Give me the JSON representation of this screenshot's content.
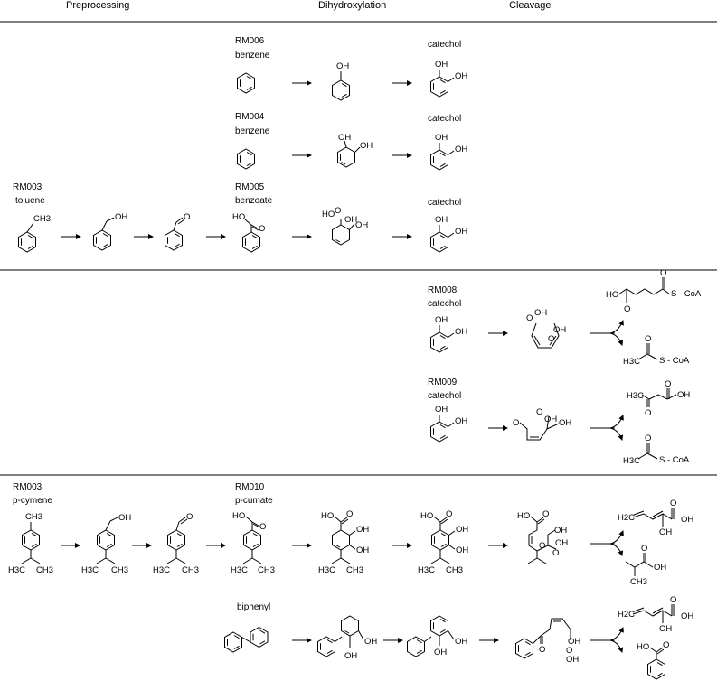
{
  "headers": {
    "preprocessing": "Preprocessing",
    "dihydroxylation": "Dihydroxylation",
    "cleavage": "Cleavage"
  },
  "labels": {
    "rm006": "RM006",
    "rm006_name": "benzene",
    "rm004": "RM004",
    "rm004_name": "benzene",
    "rm005": "RM005",
    "rm005_name": "benzoate",
    "rm003_a": "RM003",
    "rm003_a_name": "toluene",
    "catechol": "catechol",
    "rm008": "RM008",
    "rm009": "RM009",
    "rm003_b": "RM003",
    "rm003_b_name": "p-cymene",
    "rm010": "RM010",
    "rm010_name": "p-cumate",
    "biphenyl": "biphenyl"
  },
  "atoms": {
    "oh": "OH",
    "ho": "HO",
    "o": "O",
    "ch3": "CH3",
    "h3c": "H3C",
    "h2c": "H2C",
    "s_coa": "S - CoA"
  }
}
